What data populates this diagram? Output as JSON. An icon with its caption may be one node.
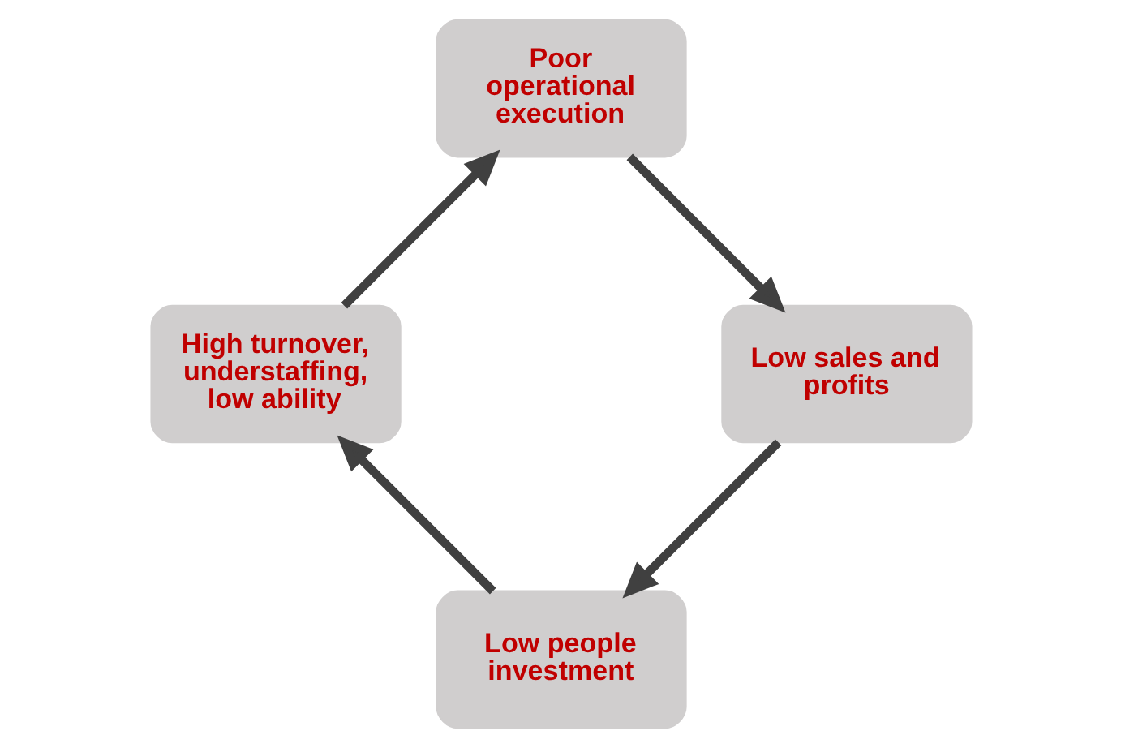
{
  "diagram": {
    "nodes": [
      {
        "text": [
          "Low people investment"
        ]
      },
      {
        "text": [
          "High turnover, understaffing, low ability"
        ]
      },
      {
        "text": [
          "Poor operational execution"
        ]
      },
      {
        "text": [
          "Low sales and profits"
        ]
      }
    ],
    "edges": [
      {
        "from": 0,
        "to": 1,
        "arrow": "to"
      },
      {
        "from": 1,
        "to": 2,
        "arrow": "to"
      },
      {
        "from": 2,
        "to": 3,
        "arrow": "to"
      },
      {
        "from": 3,
        "to": 0,
        "arrow": "to"
      }
    ]
  }
}
